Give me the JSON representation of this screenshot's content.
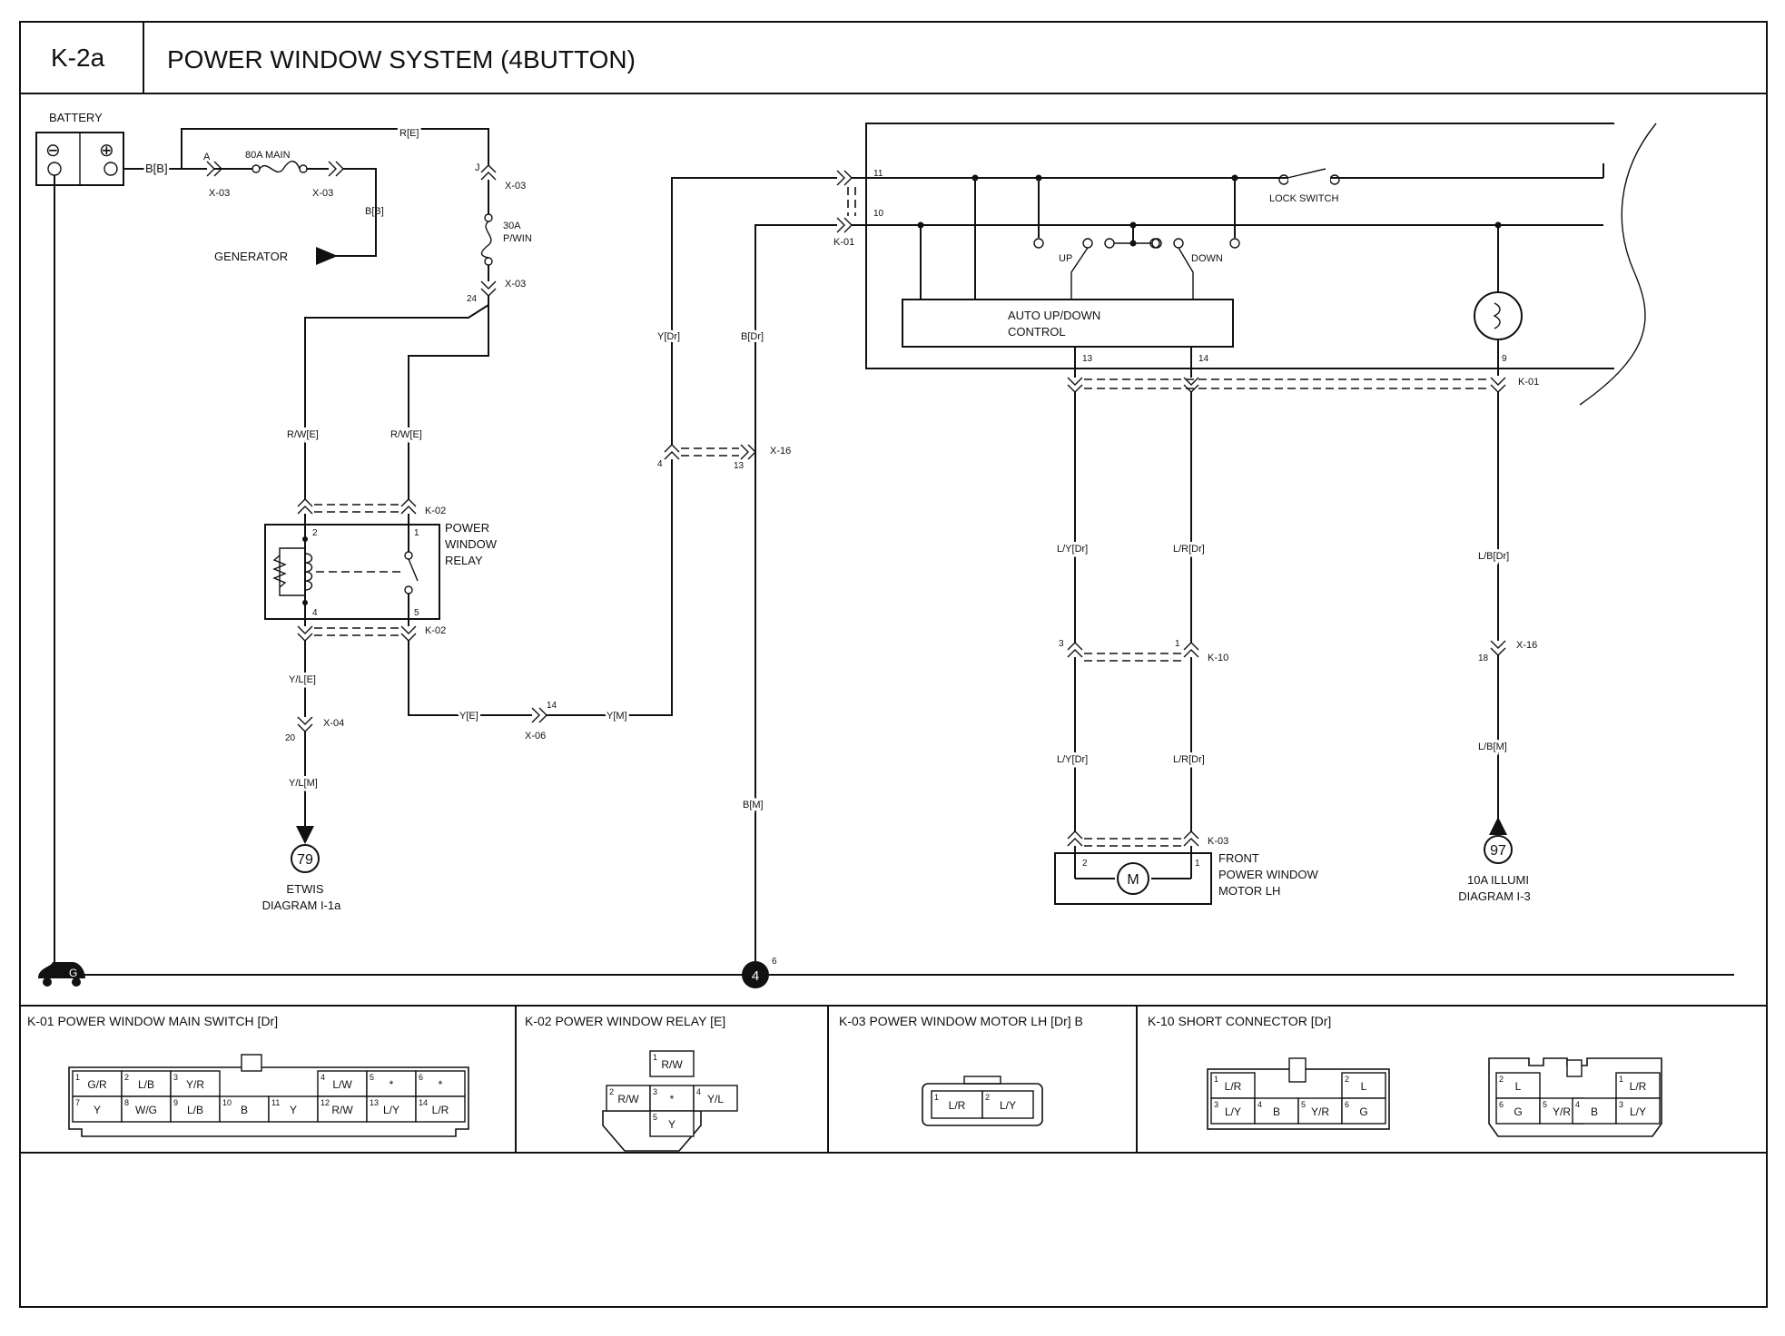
{
  "header": {
    "code": "K-2a",
    "title": "POWER WINDOW SYSTEM (4BUTTON)"
  },
  "battery": {
    "label": "BATTERY",
    "minus": "⊖",
    "plus": "⊕"
  },
  "fuse_main": {
    "label": "80A MAIN"
  },
  "fuse_pwin": {
    "line1": "30A",
    "line2": "P/WIN"
  },
  "generator": {
    "label": "GENERATOR"
  },
  "wires": {
    "b_b": "B[B]",
    "b_b2": "B[B]",
    "r_e": "R[E]",
    "rw_e_left": "R/W[E]",
    "rw_e_right": "R/W[E]",
    "y_dr": "Y[Dr]",
    "b_dr": "B[Dr]",
    "yl_e": "Y/L[E]",
    "yl_m": "Y/L[M]",
    "y_e": "Y[E]",
    "y_m": "Y[M]",
    "b_m": "B[M]",
    "ly_dr_1": "L/Y[Dr]",
    "lr_dr_1": "L/R[Dr]",
    "ly_dr_2": "L/Y[Dr]",
    "lr_dr_2": "L/R[Dr]",
    "lb_dr": "L/B[Dr]",
    "lb_m": "L/B[M]"
  },
  "connectors": {
    "x03_a": "X-03",
    "x03_b": "X-03",
    "x03_c": "X-03",
    "x03_d": "X-03",
    "x04": "X-04",
    "x06": "X-06",
    "x16_a": "X-16",
    "x16_b": "X-16",
    "k01_a": "K-01",
    "k01_b": "K-01",
    "k02_a": "K-02",
    "k02_b": "K-02",
    "k03": "K-03",
    "k10": "K-10"
  },
  "pins": {
    "a": "A",
    "j": "J",
    "p24": "24",
    "p2": "2",
    "p1": "1",
    "p4": "4",
    "p5": "5",
    "p20": "20",
    "p14": "14",
    "p4b": "4",
    "p13": "13",
    "p11": "11",
    "p10": "10",
    "p13b": "13",
    "p14b": "14",
    "p9": "9",
    "p3": "3",
    "p1b": "1",
    "p18": "18",
    "p2m": "2",
    "p1m": "1",
    "p6": "6",
    "ground_g": "G",
    "node4": "4"
  },
  "relay": {
    "line1": "POWER",
    "line2": "WINDOW",
    "line3": "RELAY"
  },
  "switch": {
    "lock": "LOCK SWITCH",
    "up": "UP",
    "down": "DOWN",
    "control_line1": "AUTO UP/DOWN",
    "control_line2": "CONTROL"
  },
  "motor": {
    "symbol": "M",
    "line1": "FRONT",
    "line2": "POWER WINDOW",
    "line3": "MOTOR LH"
  },
  "ref_etwis": {
    "num": "79",
    "line1": "ETWIS",
    "line2": "DIAGRAM  I-1a"
  },
  "ref_illumi": {
    "num": "97",
    "line1": "10A ILLUMI",
    "line2": "DIAGRAM  I-3"
  },
  "connector_views": {
    "k01": {
      "title": "K-01 POWER WINDOW MAIN SWITCH [Dr]",
      "top": [
        [
          "1",
          "G/R"
        ],
        [
          "2",
          "L/B"
        ],
        [
          "3",
          "Y/R"
        ],
        [
          "4",
          "L/W"
        ],
        [
          "5",
          "*"
        ],
        [
          "6",
          "*"
        ]
      ],
      "bottom": [
        [
          "7",
          "Y"
        ],
        [
          "8",
          "W/G"
        ],
        [
          "9",
          "L/B"
        ],
        [
          "10",
          "B"
        ],
        [
          "11",
          "Y"
        ],
        [
          "12",
          "R/W"
        ],
        [
          "13",
          "L/Y"
        ],
        [
          "14",
          "L/R"
        ]
      ]
    },
    "k02": {
      "title": "K-02 POWER WINDOW RELAY [E]",
      "cells": [
        [
          "1",
          "R/W"
        ],
        [
          "2",
          "R/W"
        ],
        [
          "3",
          "*"
        ],
        [
          "4",
          "Y/L"
        ],
        [
          "5",
          "Y"
        ]
      ]
    },
    "k03": {
      "title": "K-03 POWER WINDOW MOTOR LH [Dr] B",
      "cells": [
        [
          "1",
          "L/R"
        ],
        [
          "2",
          "L/Y"
        ]
      ]
    },
    "k10": {
      "title": "K-10 SHORT CONNECTOR [Dr]",
      "left": [
        [
          "1",
          "L/R"
        ],
        [
          "2",
          "L"
        ],
        [
          "3",
          "L/Y"
        ],
        [
          "4",
          "B"
        ],
        [
          "5",
          "Y/R"
        ],
        [
          "6",
          "G"
        ]
      ],
      "right": [
        [
          "2",
          "L"
        ],
        [
          "1",
          "L/R"
        ],
        [
          "6",
          "G"
        ],
        [
          "5",
          "Y/R"
        ],
        [
          "4",
          "B"
        ],
        [
          "3",
          "L/Y"
        ]
      ]
    }
  }
}
